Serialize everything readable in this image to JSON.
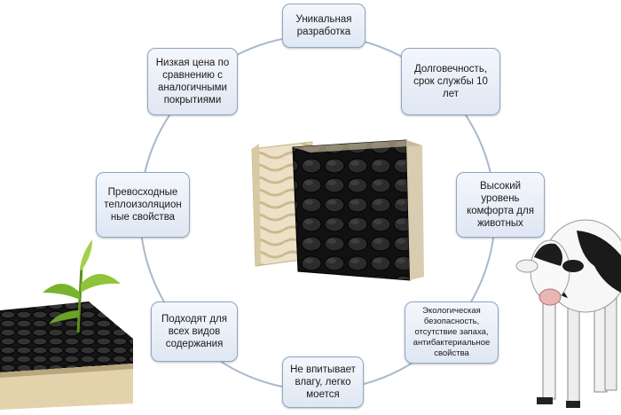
{
  "nodes": [
    {
      "id": "unique",
      "text": "Уникальная\nразработка"
    },
    {
      "id": "durability",
      "text": "Долговечность,\nсрок службы 10\nлет"
    },
    {
      "id": "comfort",
      "text": "Высокий\nуровень\nкомфорта для\nживотных"
    },
    {
      "id": "ecology",
      "text": "Экологическая\nбезопасность,\nотсутствие запаха,\nантибактериальное\nсвойства"
    },
    {
      "id": "moisture",
      "text": "Не впитывает\nвлагу, легко\nмоется"
    },
    {
      "id": "housing",
      "text": "Подходят для\nвсех видов\nсодержания"
    },
    {
      "id": "insulation",
      "text": "Превосходные\nтеплоизоляцион\nные свойства"
    },
    {
      "id": "price",
      "text": "Низкая цена по\nсравнению с\nаналогичными\nпокрытиями"
    }
  ],
  "colors": {
    "ring": "#a9b8cc",
    "box_border": "#8fa6c4",
    "mat_black": "#1c1c1c",
    "mat_beige": "#e8dcc0"
  },
  "pictures": [
    "mat-sample-with-sprout",
    "mat-panels-product",
    "cow-photo"
  ]
}
